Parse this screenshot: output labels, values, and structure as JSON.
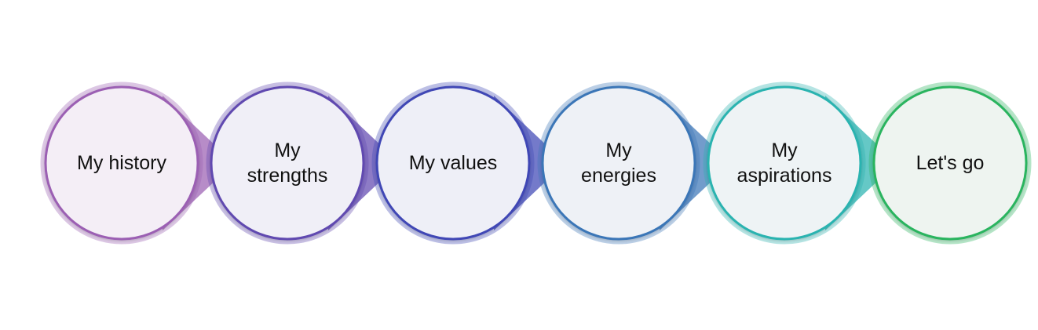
{
  "steps": [
    {
      "lines": [
        "My history"
      ],
      "ring": "#9b5fb3",
      "fill": "#f4eef6"
    },
    {
      "lines": [
        "My",
        "strengths"
      ],
      "ring": "#6148b0",
      "fill": "#f0eff7"
    },
    {
      "lines": [
        "My values"
      ],
      "ring": "#3f47b5",
      "fill": "#eeeff7"
    },
    {
      "lines": [
        "My",
        "energies"
      ],
      "ring": "#3b76b7",
      "fill": "#eef1f6"
    },
    {
      "lines": [
        "My",
        "aspirations"
      ],
      "ring": "#2ab3b0",
      "fill": "#eef3f5"
    },
    {
      "lines": [
        "Let's go"
      ],
      "ring": "#2bb45f",
      "fill": "#eef4f0"
    }
  ]
}
